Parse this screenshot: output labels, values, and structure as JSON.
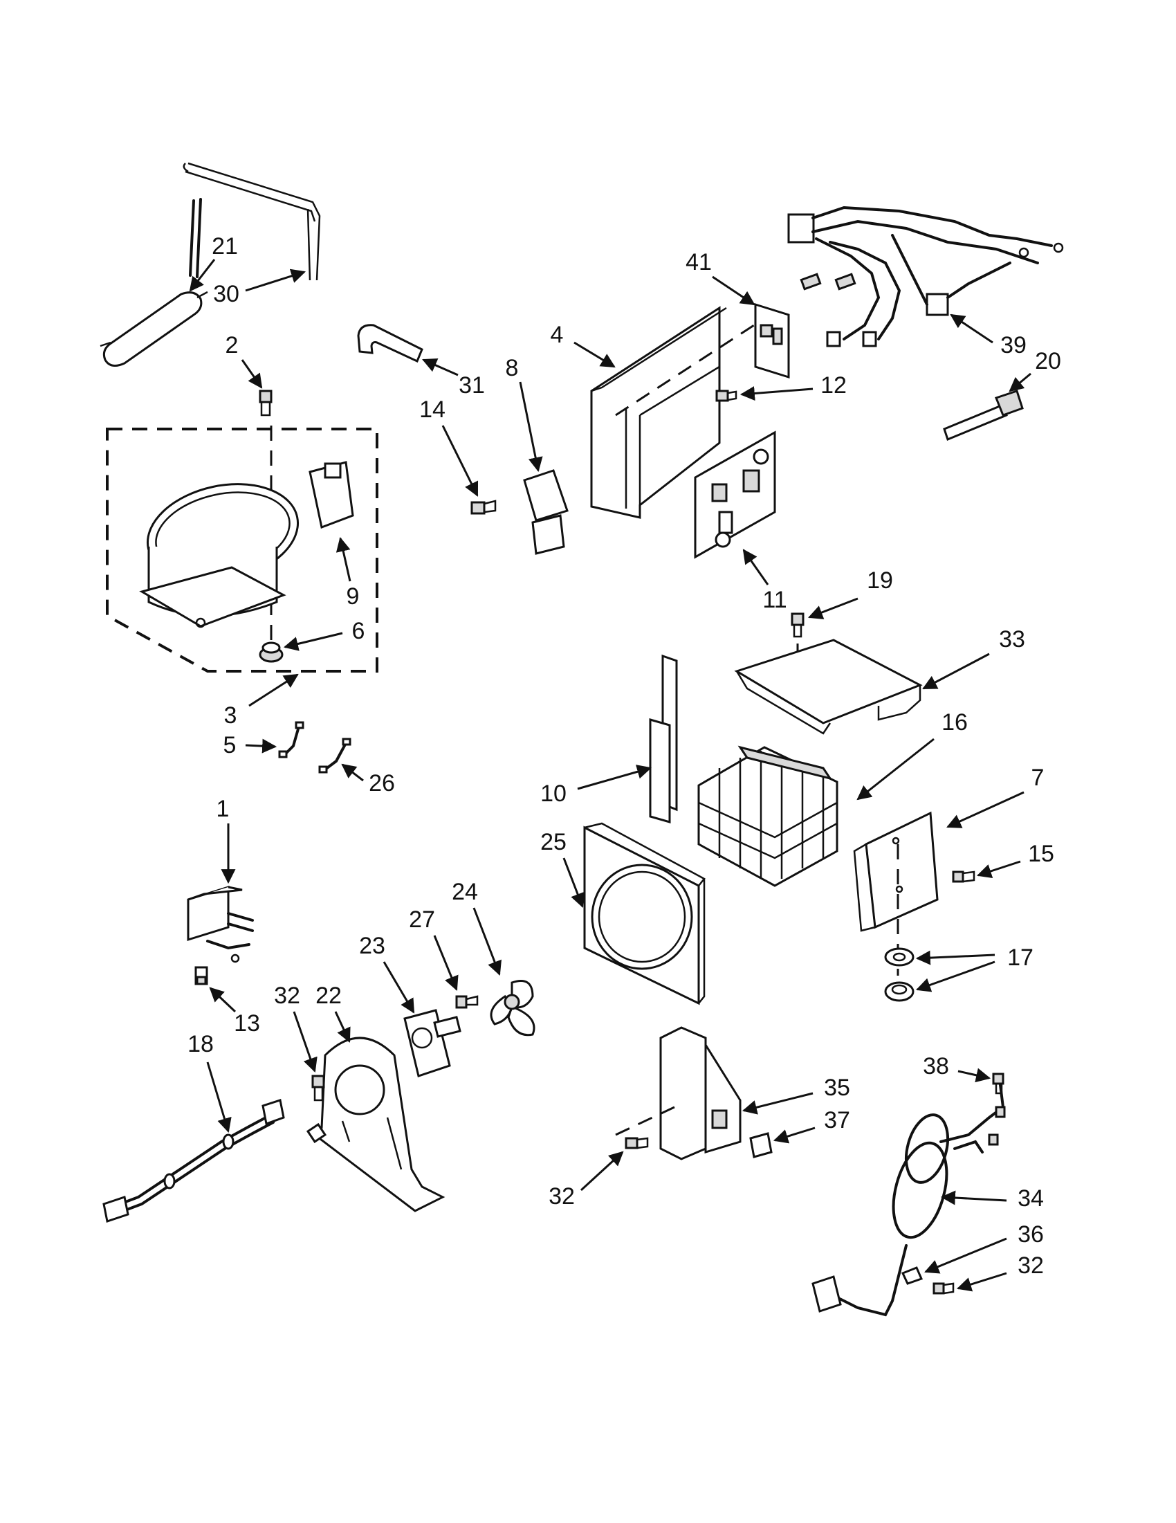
{
  "diagram": {
    "type": "exploded-parts-view",
    "colors": {
      "ink": "#111111",
      "paper": "#ffffff",
      "shade": "#d9d9d9"
    },
    "callouts": [
      {
        "id": "c1",
        "label": "1"
      },
      {
        "id": "c2",
        "label": "2"
      },
      {
        "id": "c3",
        "label": "3"
      },
      {
        "id": "c4",
        "label": "4"
      },
      {
        "id": "c5",
        "label": "5"
      },
      {
        "id": "c6",
        "label": "6"
      },
      {
        "id": "c7",
        "label": "7"
      },
      {
        "id": "c8",
        "label": "8"
      },
      {
        "id": "c9",
        "label": "9"
      },
      {
        "id": "c10",
        "label": "10"
      },
      {
        "id": "c11",
        "label": "11"
      },
      {
        "id": "c12",
        "label": "12"
      },
      {
        "id": "c13",
        "label": "13"
      },
      {
        "id": "c14",
        "label": "14"
      },
      {
        "id": "c15",
        "label": "15"
      },
      {
        "id": "c16",
        "label": "16"
      },
      {
        "id": "c17",
        "label": "17"
      },
      {
        "id": "c18",
        "label": "18"
      },
      {
        "id": "c19",
        "label": "19"
      },
      {
        "id": "c20",
        "label": "20"
      },
      {
        "id": "c21",
        "label": "21"
      },
      {
        "id": "c22",
        "label": "22"
      },
      {
        "id": "c23",
        "label": "23"
      },
      {
        "id": "c24",
        "label": "24"
      },
      {
        "id": "c25",
        "label": "25"
      },
      {
        "id": "c26",
        "label": "26"
      },
      {
        "id": "c27",
        "label": "27"
      },
      {
        "id": "c30",
        "label": "30"
      },
      {
        "id": "c31",
        "label": "31"
      },
      {
        "id": "c32a",
        "label": "32"
      },
      {
        "id": "c32b",
        "label": "32"
      },
      {
        "id": "c32c",
        "label": "32"
      },
      {
        "id": "c33",
        "label": "33"
      },
      {
        "id": "c34",
        "label": "34"
      },
      {
        "id": "c35",
        "label": "35"
      },
      {
        "id": "c36",
        "label": "36"
      },
      {
        "id": "c37",
        "label": "37"
      },
      {
        "id": "c38",
        "label": "38"
      },
      {
        "id": "c39",
        "label": "39"
      },
      {
        "id": "c41",
        "label": "41"
      }
    ]
  }
}
